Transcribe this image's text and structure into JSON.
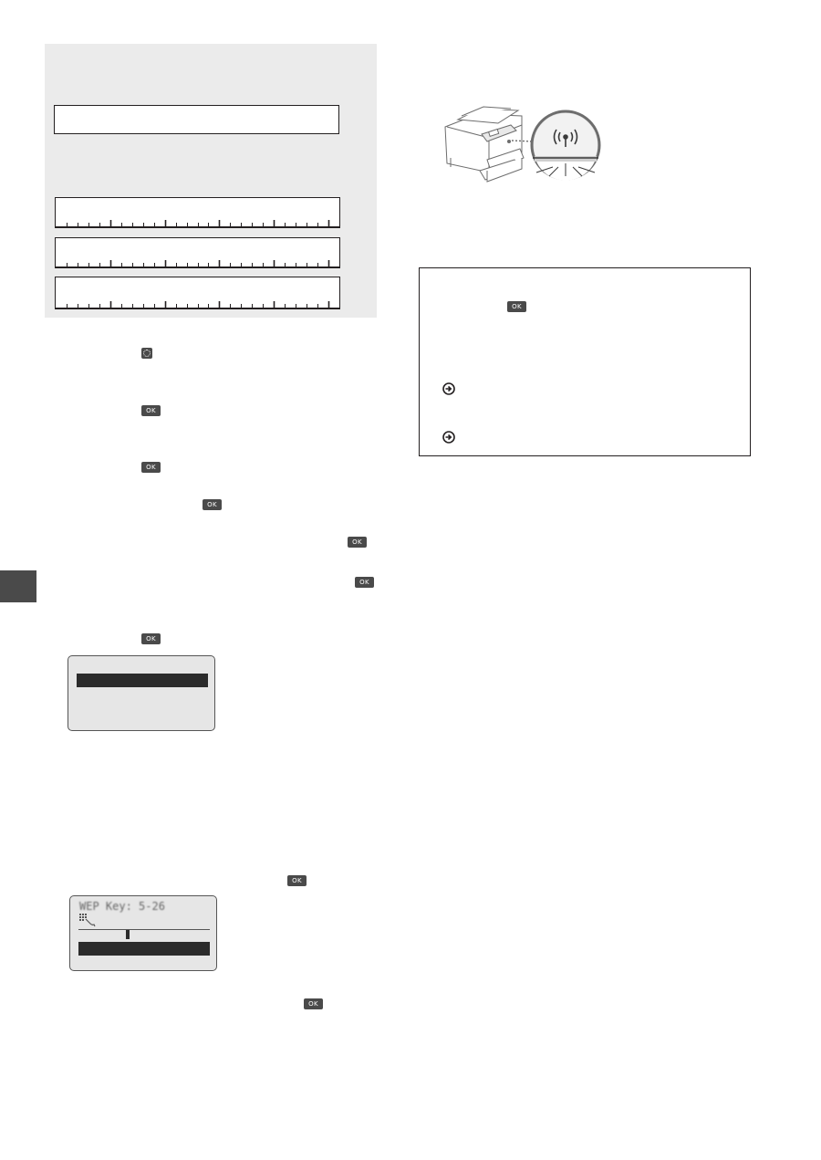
{
  "buttons": {
    "ok_label": "OK"
  },
  "icons": {
    "settings": "settings-menu-icon",
    "ok": "ok-key-icon",
    "arrow": "arrow-circle-right-icon",
    "wifi": "wireless-signal-icon",
    "printer": "printer-illustration"
  },
  "lcd_wep": {
    "title": "WEP Key: 5-26"
  },
  "colors": {
    "panel_bg": "#ebebeb",
    "tab": "#4a4a4a",
    "lcd_bg": "#e6e6e6"
  }
}
